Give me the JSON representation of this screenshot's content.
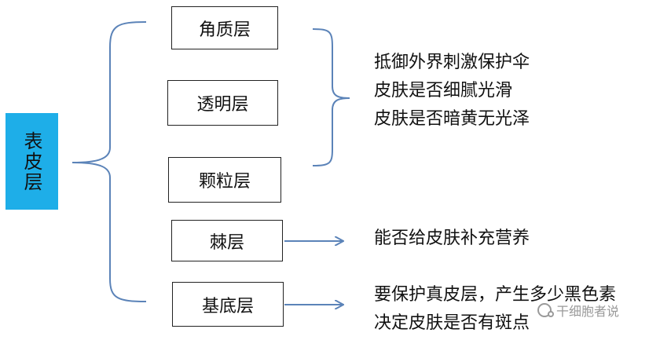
{
  "root": {
    "label": "表皮层",
    "color": "#1eaee8"
  },
  "layers": [
    {
      "label": "角质层"
    },
    {
      "label": "透明层"
    },
    {
      "label": "颗粒层"
    },
    {
      "label": "棘层"
    },
    {
      "label": "基底层"
    }
  ],
  "descriptions": {
    "top_group": [
      "抵御外界刺激保护伞",
      "皮肤是否细腻光滑",
      "皮肤是否暗黄无光泽"
    ],
    "spinous": "能否给皮肤补充营养",
    "basal": [
      "要保护真皮层，产生多少黑色素",
      "决定皮肤是否有斑点"
    ]
  },
  "line_color": "#5b83b8",
  "watermark": {
    "text": "干细胞者说",
    "icon": "wechat-icon"
  }
}
